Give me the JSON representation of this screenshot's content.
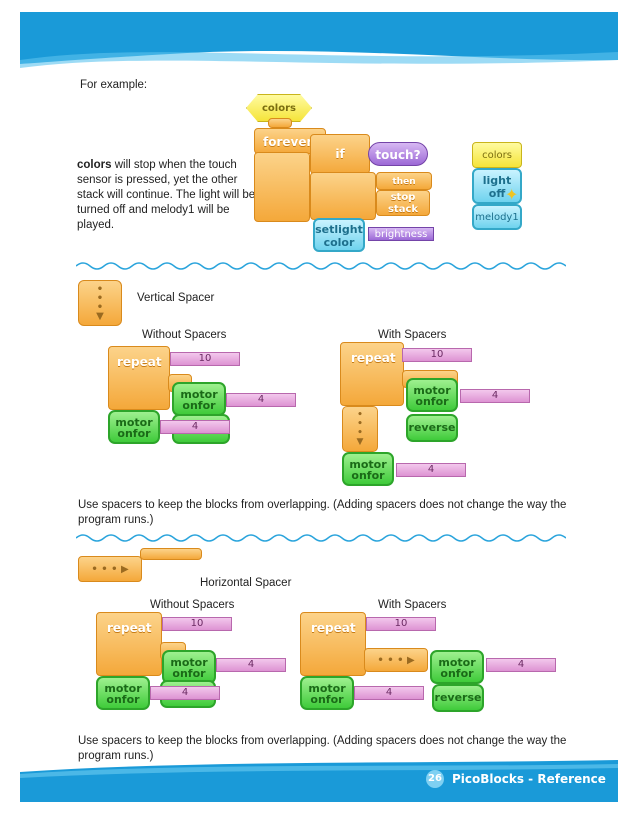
{
  "intro": {
    "label": "For example:"
  },
  "desc": {
    "bold": "colors",
    "rest": " will stop when the touch sensor is pressed, yet the other stack will continue. The light will be turned off and melody1 will be played."
  },
  "example_blocks": {
    "colors_hat": "colors",
    "forever": "forever",
    "if": "if",
    "touch": "touch?",
    "then": "then",
    "stop_stack": [
      "stop",
      "stack"
    ],
    "setlight": [
      "setlight",
      "color"
    ],
    "brightness": "brightness",
    "colors2": "colors",
    "light_off": [
      "light",
      "off"
    ],
    "melody1": "melody1"
  },
  "vertical": {
    "title": "Vertical Spacer",
    "without": "Without Spacers",
    "with": "With Spacers"
  },
  "horizontal": {
    "title": "Horizontal Spacer",
    "without": "Without Spacers",
    "with": "With Spacers"
  },
  "blocks": {
    "repeat": "repeat",
    "motor": "motor",
    "onfor": "onfor",
    "reverse": "reverse",
    "ten": "10",
    "four": "4"
  },
  "note": "Use spacers to keep the blocks from overlapping. (Adding spacers does not change the way the program runs.)",
  "footer": {
    "page": "26",
    "title": "PicoBlocks - Reference"
  },
  "colors": {
    "header_blue": "#1a9ad8",
    "block_orange": "#f4a83a",
    "block_green": "#3fcb3a"
  }
}
